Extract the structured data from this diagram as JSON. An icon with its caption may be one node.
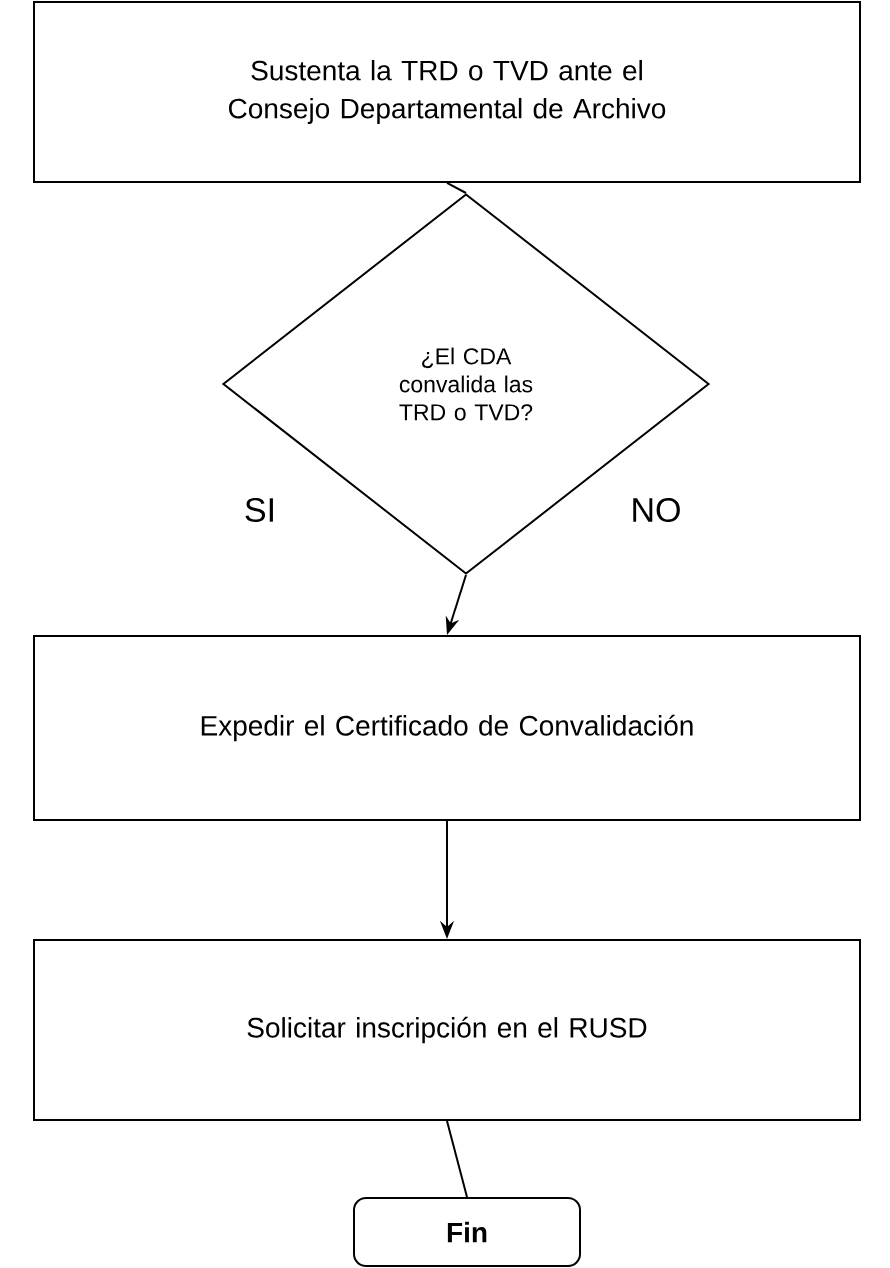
{
  "diagram": {
    "nodes": [
      {
        "text": [
          "Sustenta la TRD o TVD ante el Consejo Departamental de Archivo"
        ]
      },
      {
        "text": [
          "¿El CDA convalida las TRD o TVD?"
        ],
        "beside": [
          "SI",
          "NO"
        ]
      },
      {
        "text": [
          "Expedir el Certificado de Convalidación"
        ]
      },
      {
        "text": [
          "Solicitar inscripción en el RUSD"
        ]
      },
      {
        "text": [
          "Fin"
        ]
      }
    ],
    "edges": [
      {
        "from": 0,
        "to": 1,
        "arrow": "none"
      },
      {
        "from": 1,
        "to": 2,
        "arrow": "to"
      },
      {
        "from": 2,
        "to": 3,
        "arrow": "to"
      },
      {
        "from": 3,
        "to": 4,
        "arrow": "none"
      }
    ]
  }
}
